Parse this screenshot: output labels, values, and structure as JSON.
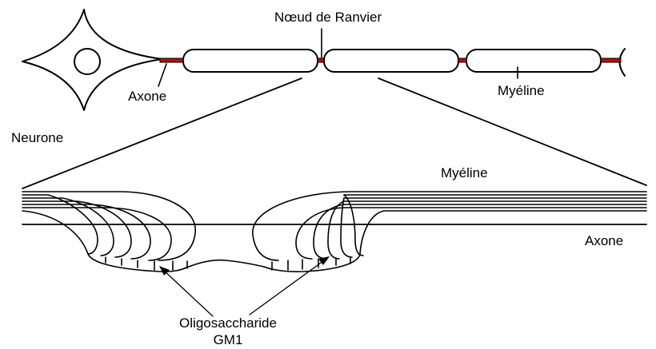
{
  "labels": {
    "node": "Nœud de Ranvier",
    "axon_top": "Axone",
    "myelin_top": "Myéline",
    "neuron": "Neurone",
    "myelin_bottom": "Myéline",
    "axon_bottom": "Axone",
    "gm1_line1": "Oligosaccharide",
    "gm1_line2": "GM1"
  },
  "colors": {
    "line": "#000000",
    "axon_segment": "#b01010",
    "background": "#ffffff"
  }
}
